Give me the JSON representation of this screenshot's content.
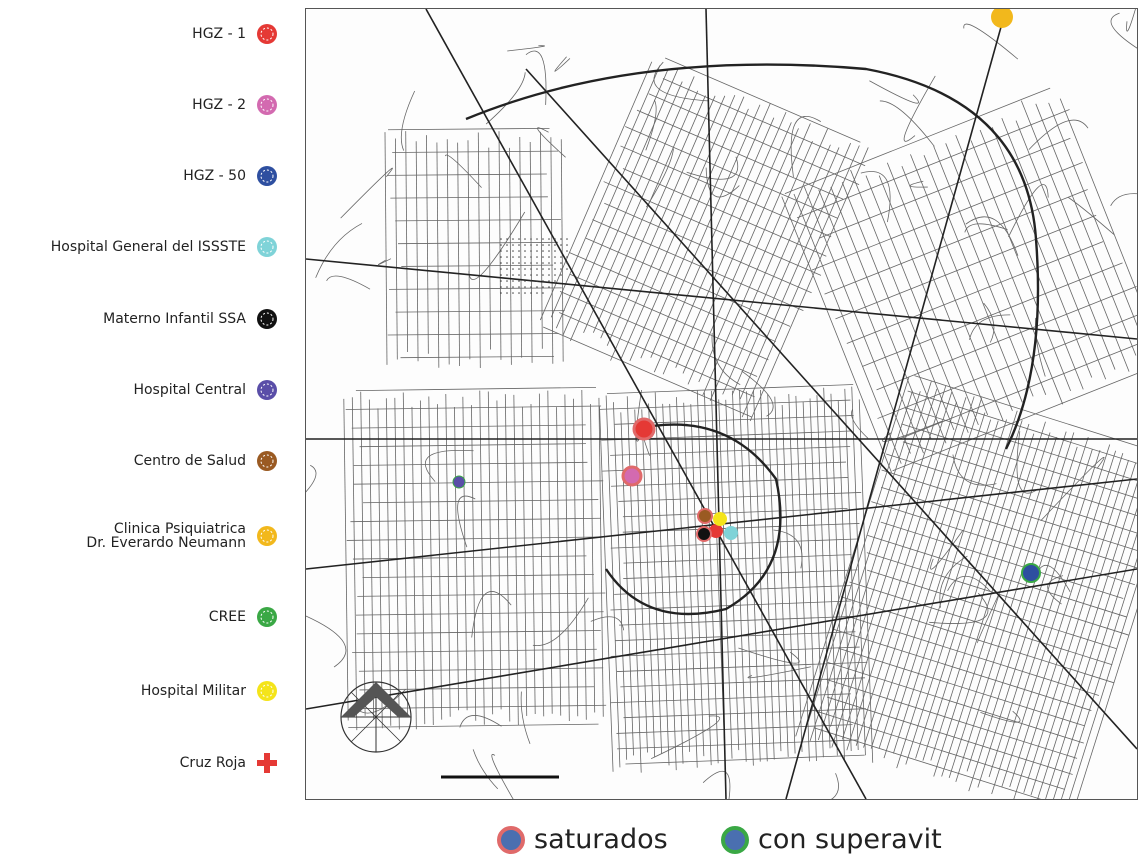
{
  "legend": {
    "items": [
      {
        "label": "HGZ - 1",
        "color": "#e53935",
        "icon": "dot-badge-icon"
      },
      {
        "label": "HGZ - 2",
        "color": "#d36ab0",
        "icon": "dot-badge-icon"
      },
      {
        "label": "HGZ - 50",
        "color": "#2e4fa0",
        "icon": "dot-badge-icon"
      },
      {
        "label": "Hospital General del ISSSTE",
        "color": "#7fd3d8",
        "icon": "dot-badge-icon"
      },
      {
        "label": "Materno Infantil SSA",
        "color": "#111111",
        "icon": "dot-badge-icon"
      },
      {
        "label": "Hospital Central",
        "color": "#5a4ea8",
        "icon": "dot-badge-icon"
      },
      {
        "label": "Centro de Salud",
        "color": "#9a5a22",
        "icon": "dot-badge-icon"
      },
      {
        "label_line1": "Clinica Psiquiatrica",
        "label_line2": "Dr. Everardo Neumann",
        "color": "#f2b81c",
        "icon": "dot-badge-icon"
      },
      {
        "label": "CREE",
        "color": "#3aa845",
        "icon": "dot-badge-icon"
      },
      {
        "label": "Hospital Militar",
        "color": "#f4e41a",
        "icon": "dot-badge-icon"
      },
      {
        "label": "Cruz Roja",
        "color": "#e53935",
        "icon": "red-cross-icon"
      }
    ]
  },
  "status_legend": {
    "saturated_label": "saturados",
    "saturated_ring": "#e06a6a",
    "surplus_label": "con superavit",
    "surplus_ring": "#3aa845",
    "fill": "#4a6fb0"
  },
  "map": {
    "north_arrow_icon": "north-arrow-icon",
    "scale_bar_icon": "scale-bar-icon",
    "markers": [
      {
        "name": "marker-hgz-1",
        "color": "#e53935",
        "ring": "#e06a6a"
      },
      {
        "name": "marker-hgz-2",
        "color": "#d36ab0",
        "ring": "#e06a6a"
      },
      {
        "name": "marker-hospital-central",
        "color": "#5a4ea8",
        "ring": "#3aa845"
      },
      {
        "name": "marker-hgz-50",
        "color": "#2e4fa0",
        "ring": "#3aa845"
      },
      {
        "name": "marker-clinica-psiquiatrica",
        "color": "#f2b81c",
        "ring": "#f2b81c"
      },
      {
        "name": "marker-centro-de-salud",
        "color": "#9a5a22",
        "ring": "#9a5a22"
      },
      {
        "name": "marker-materno-infantil",
        "color": "#111111",
        "ring": "#e06a6a"
      },
      {
        "name": "marker-hospital-militar",
        "color": "#f4e41a",
        "ring": "#f4e41a"
      },
      {
        "name": "marker-issste",
        "color": "#7fd3d8",
        "ring": "#7fd3d8"
      },
      {
        "name": "marker-cruz-roja",
        "color": "#e53935",
        "ring": "#e53935"
      }
    ]
  }
}
